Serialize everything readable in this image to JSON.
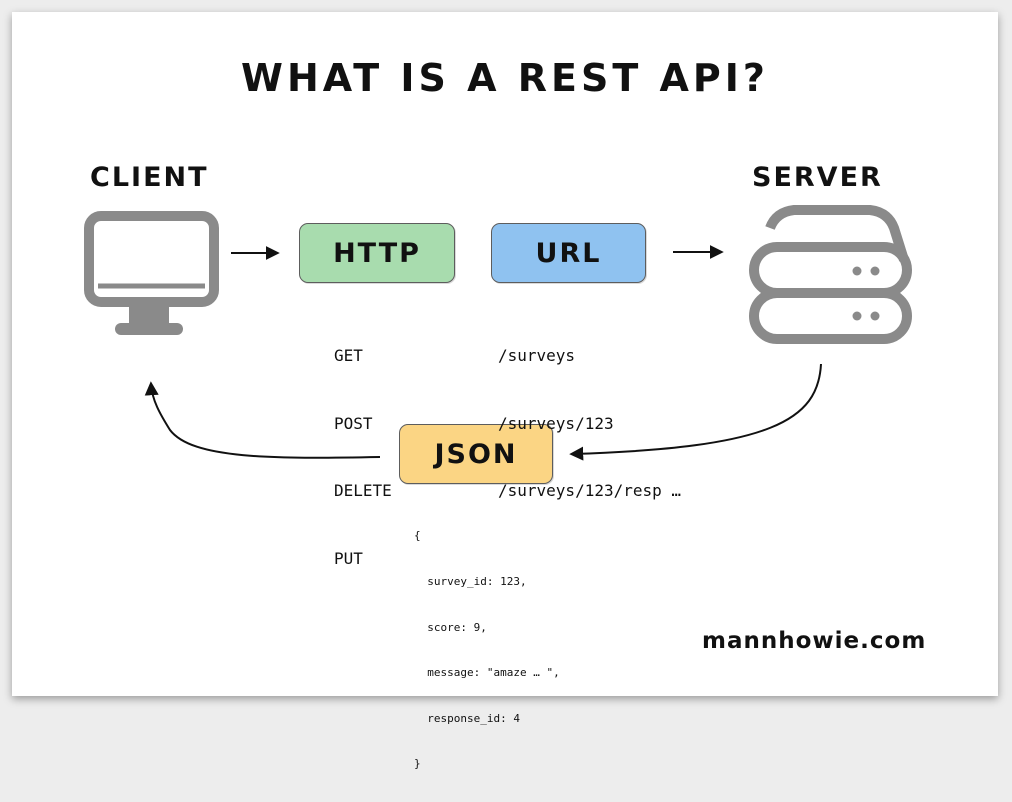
{
  "title": "WHAT IS A REST API?",
  "client": {
    "label": "CLIENT",
    "icon": "monitor-icon"
  },
  "server": {
    "label": "SERVER",
    "icon": "server-icon"
  },
  "http": {
    "label": "HTTP",
    "color": "#a8dcae",
    "methods": [
      "GET",
      "POST",
      "DELETE",
      "PUT"
    ]
  },
  "url": {
    "label": "URL",
    "color": "#8fc2f0",
    "paths": [
      "/surveys",
      "/surveys/123",
      "/surveys/123/resp …"
    ]
  },
  "json": {
    "label": "JSON",
    "color": "#fbd584",
    "lines": [
      "{",
      "  survey_id: 123,",
      "  score: 9,",
      "  message: \"amaze … \",",
      "  response_id: 4",
      "}"
    ]
  },
  "footer": {
    "brand": "mannhowie.com"
  },
  "colors": {
    "icon_gray": "#8a8a8a",
    "ink": "#111111"
  }
}
